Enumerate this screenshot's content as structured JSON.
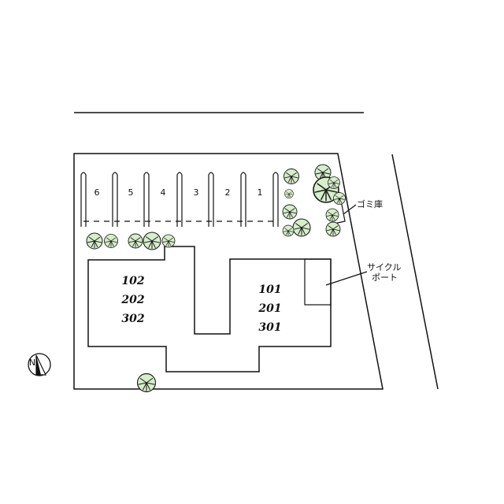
{
  "parking": {
    "stalls": [
      "6",
      "5",
      "4",
      "3",
      "2",
      "1"
    ]
  },
  "buildings": {
    "left": [
      "102",
      "202",
      "302"
    ],
    "right": [
      "101",
      "201",
      "301"
    ]
  },
  "labels": {
    "garbage": "ゴミ庫",
    "cycle_port_line1": "サイクル",
    "cycle_port_line2": "ポート"
  },
  "compass": {
    "letter": "N"
  },
  "icons": [
    "tree-icon",
    "north-arrow-icon"
  ],
  "colors": {
    "tree_fill": "#d6eecb",
    "line": "#111111"
  }
}
